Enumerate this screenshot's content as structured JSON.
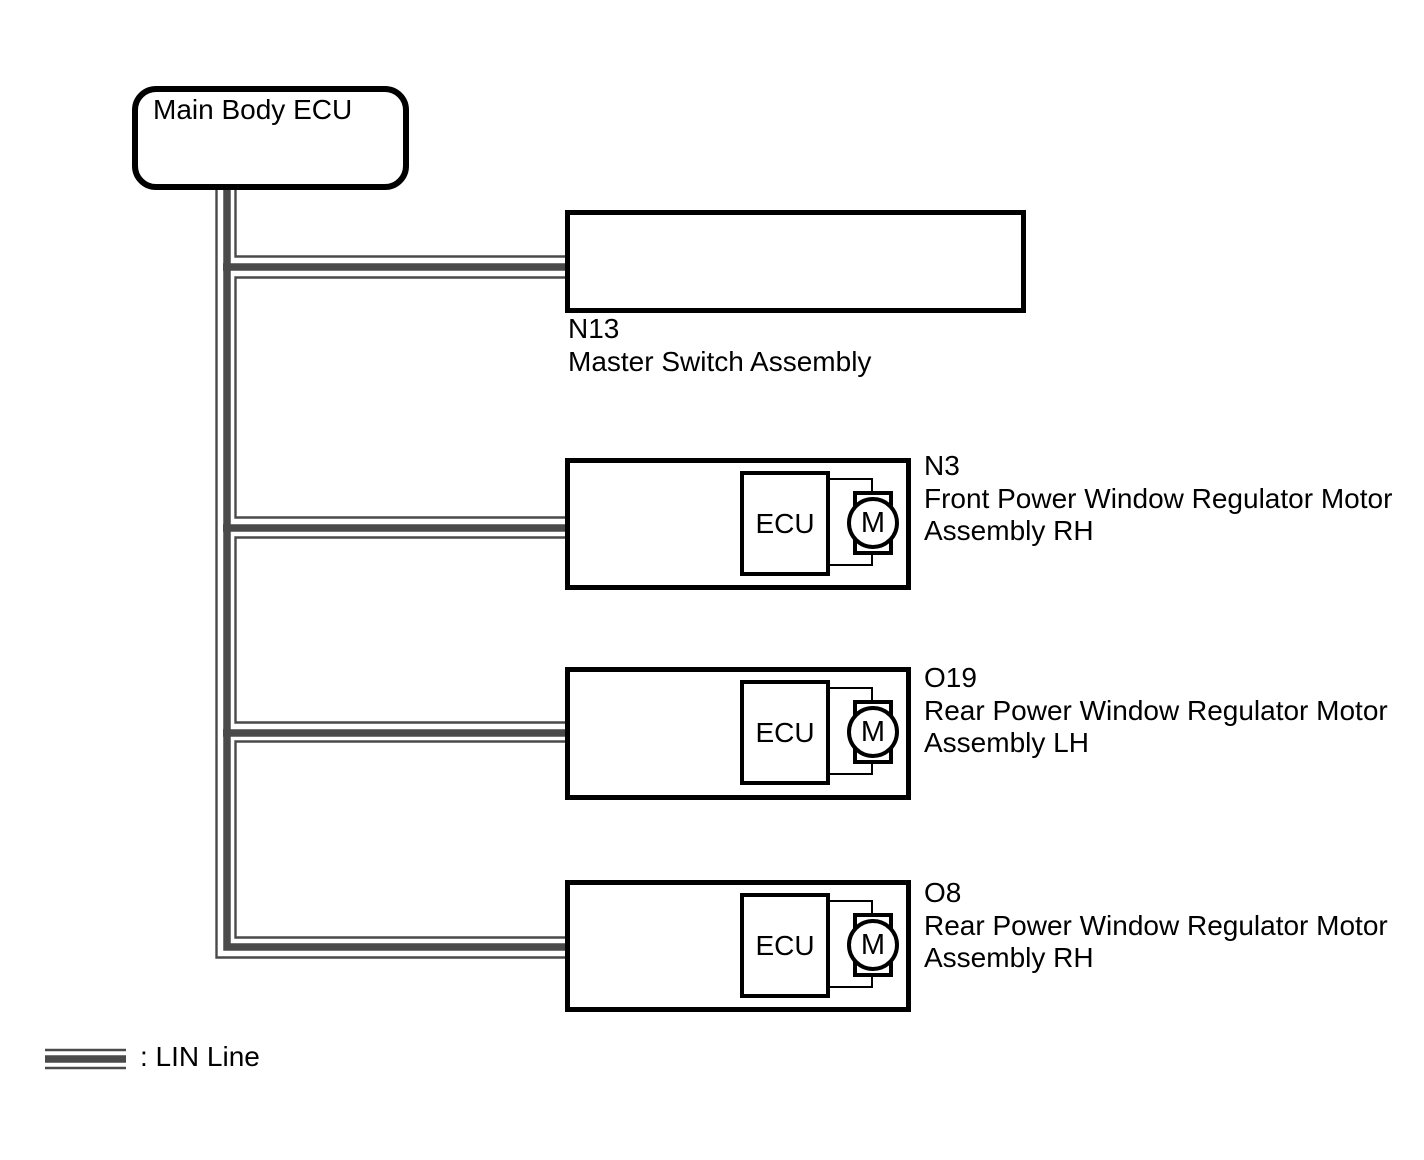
{
  "main_ecu": {
    "label": "Main Body ECU"
  },
  "nodes": [
    {
      "code": "N13",
      "name_lines": [
        "Master Switch Assembly"
      ]
    },
    {
      "code": "N3",
      "name_lines": [
        "Front Power Window Regulator Motor",
        "Assembly RH"
      ],
      "ecu_label": "ECU",
      "motor_label": "M"
    },
    {
      "code": "O19",
      "name_lines": [
        "Rear Power Window Regulator Motor",
        "Assembly LH"
      ],
      "ecu_label": "ECU",
      "motor_label": "M"
    },
    {
      "code": "O8",
      "name_lines": [
        "Rear Power Window Regulator Motor",
        "Assembly RH"
      ],
      "ecu_label": "ECU",
      "motor_label": "M"
    }
  ],
  "legend": {
    "label": ": LIN Line",
    "line_name": "LIN Line"
  },
  "colors": {
    "lin_line": "#4a4a4a",
    "ink": "#000000",
    "background": "#ffffff"
  }
}
